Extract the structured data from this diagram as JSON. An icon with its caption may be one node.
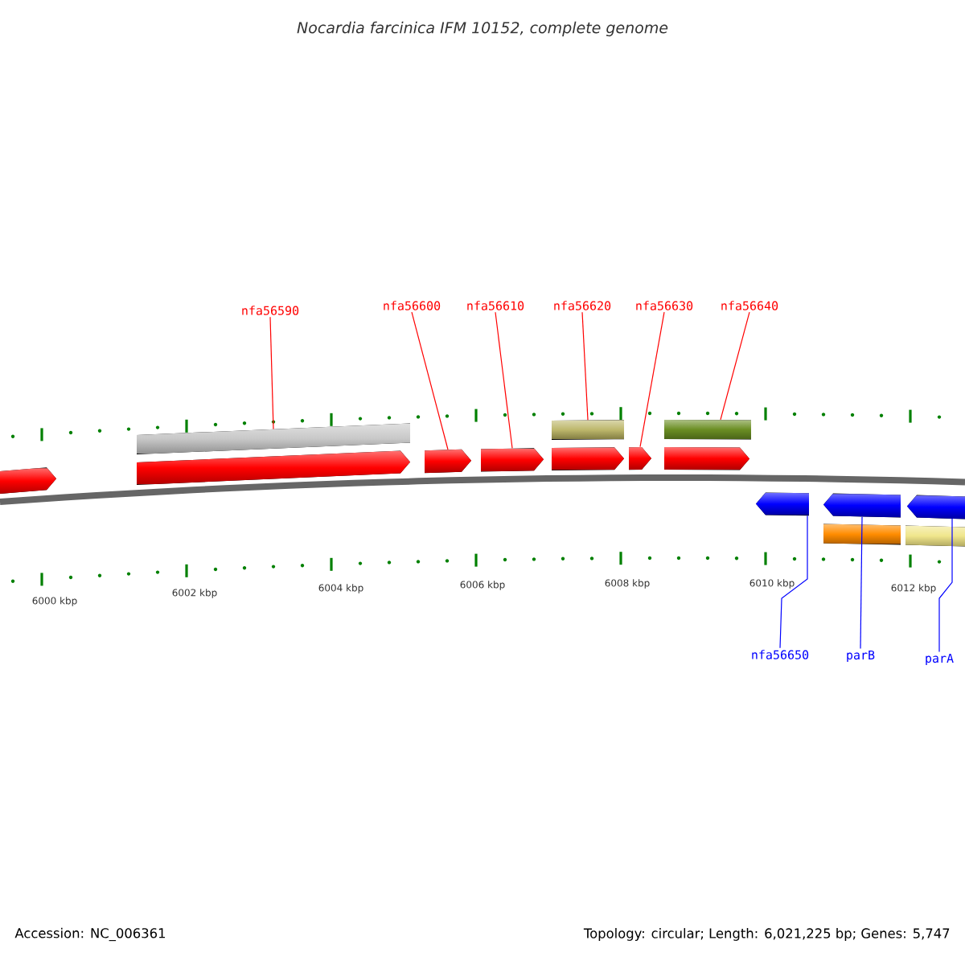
{
  "diagram": {
    "title": "Nocardia farcinica IFM 10152, complete genome",
    "nodes": [
      {
        "text": [
          "nfa56590"
        ]
      },
      {
        "text": [
          "nfa56600"
        ]
      },
      {
        "text": [
          "nfa56610"
        ]
      },
      {
        "text": [
          "nfa56620"
        ]
      },
      {
        "text": [
          "nfa56630"
        ]
      },
      {
        "text": [
          "nfa56640"
        ]
      },
      {
        "text": [
          "nfa56650"
        ]
      },
      {
        "text": [
          "parB"
        ]
      },
      {
        "text": [
          "parA"
        ]
      },
      {
        "text": [],
        "shape": "bar"
      },
      {
        "text": [],
        "shape": "bar"
      },
      {
        "text": [],
        "shape": "bar"
      },
      {
        "text": [],
        "shape": "arrow"
      },
      {
        "text": [],
        "shape": "arrow"
      },
      {
        "text": [],
        "shape": "arrow"
      },
      {
        "text": [],
        "shape": "arrow"
      },
      {
        "text": [],
        "shape": "arrow"
      },
      {
        "text": [],
        "shape": "arrow"
      },
      {
        "text": [],
        "shape": "arrow"
      },
      {
        "text": [],
        "shape": "arrow"
      },
      {
        "text": [],
        "shape": "arrow"
      },
      {
        "text": [],
        "shape": "arrow"
      },
      {
        "text": [],
        "shape": "bar"
      },
      {
        "text": [],
        "shape": "bar"
      }
    ],
    "edges": [
      {
        "from": 0,
        "to": 9,
        "arrow": "none"
      },
      {
        "from": 1,
        "to": 14,
        "arrow": "none"
      },
      {
        "from": 2,
        "to": 15,
        "arrow": "none"
      },
      {
        "from": 3,
        "to": 10,
        "arrow": "none"
      },
      {
        "from": 4,
        "to": 17,
        "arrow": "none"
      },
      {
        "from": 5,
        "to": 11,
        "arrow": "none"
      },
      {
        "from": 6,
        "to": 19,
        "arrow": "none",
        "color": "#0000ff"
      },
      {
        "from": 7,
        "to": 20,
        "arrow": "none",
        "color": "#0000ff"
      },
      {
        "from": 8,
        "to": 21,
        "arrow": "none",
        "color": "#0000ff"
      }
    ],
    "labels": [
      "6000 kbp",
      "6002 kbp",
      "6004 kbp",
      "6006 kbp",
      "6008 kbp",
      "6010 kbp",
      "6012 kbp",
      "Accession: NC_006361",
      "Topology: circular; Length: 6,021,225 bp; Genes: 5,747"
    ]
  }
}
